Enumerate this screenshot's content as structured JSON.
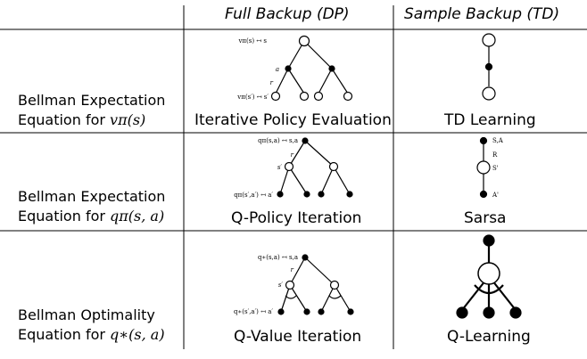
{
  "columns": {
    "full_backup": "Full Backup (DP)",
    "sample_backup": "Sample Backup (TD)"
  },
  "rows": [
    {
      "label_line1": "Bellman Expectation",
      "label_line2_prefix": "Equation for ",
      "label_line2_math": "vπ(s)",
      "dp_caption": "Iterative Policy Evaluation",
      "td_caption": "TD Learning",
      "dp_annotations": {
        "top": "vπ(s) ↤ s",
        "action": "a",
        "reward": "r",
        "bottom": "vπ(s′) ↤ s′"
      },
      "td_annotations": {}
    },
    {
      "label_line1": "Bellman Expectation",
      "label_line2_prefix": "Equation for ",
      "label_line2_math": "qπ(s, a)",
      "dp_caption": "Q-Policy Iteration",
      "td_caption": "Sarsa",
      "dp_annotations": {
        "top": "qπ(s,a) ↤ s,a",
        "reward": "r",
        "state": "s′",
        "bottom": "qπ(s′,a′) ↤ a′"
      },
      "td_annotations": {
        "top": "S,A",
        "reward": "R",
        "state": "S'",
        "bottom": "A'"
      }
    },
    {
      "label_line1": "Bellman Optimality",
      "label_line2_prefix": "Equation for ",
      "label_line2_math": "q∗(s, a)",
      "dp_caption": "Q-Value Iteration",
      "td_caption": "Q-Learning",
      "dp_annotations": {
        "top": "q∗(s,a) ↤ s,a",
        "reward": "r",
        "state": "s′",
        "bottom": "q∗(s′,a′) ↤ a′"
      },
      "td_annotations": {}
    }
  ],
  "colors": {
    "line": "#000000",
    "node_open_fill": "#ffffff",
    "node_solid_fill": "#000000"
  }
}
